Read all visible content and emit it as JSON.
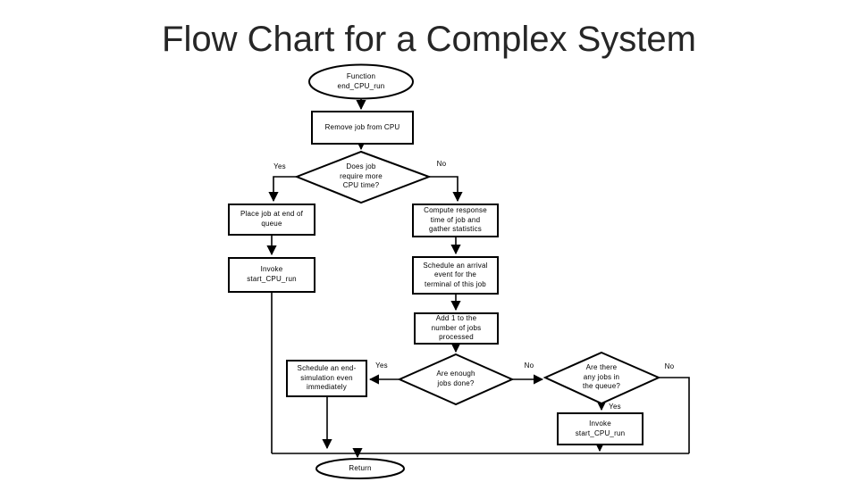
{
  "title": "Flow Chart for a Complex System",
  "colors": {
    "stroke": "#000000",
    "titleColor": "#262626",
    "background": "#ffffff"
  },
  "nodes": {
    "start": "Function\nend_CPU_run",
    "remove_job": "Remove job from CPU",
    "q_more_cpu": "Does job\nrequire more\nCPU time?",
    "place_job": "Place job at end of\nqueue",
    "invoke_left": "Invoke\nstart_CPU_run",
    "compute_response": "Compute response\ntime of job and\ngather statistics",
    "schedule_arrival": "Schedule an arrival\nevent for the\nterminal of this job",
    "add_one": "Add 1 to the\nnumber of jobs\nprocessed",
    "q_enough": "Are enough\njobs done?",
    "schedule_end": "Schedule an end-\nsimulation even\nimmediately",
    "q_queue": "Are there\nany jobs in\nthe queue?",
    "invoke_bottom": "Invoke\nstart_CPU_run",
    "return_node": "Return"
  },
  "edge_labels": {
    "more_cpu_yes": "Yes",
    "more_cpu_no": "No",
    "enough_yes": "Yes",
    "enough_no": "No",
    "queue_no": "No",
    "queue_yes": "Yes"
  }
}
